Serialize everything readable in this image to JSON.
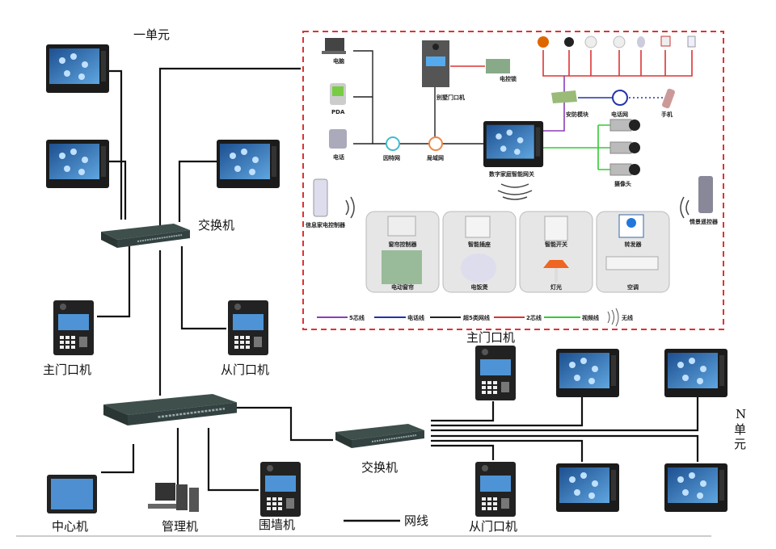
{
  "labels": {
    "unit1": "一单元",
    "unitN": [
      "N",
      "单",
      "元"
    ],
    "switch_top": "交换机",
    "switch_mid": "交换机",
    "main_door_left": "主门口机",
    "sub_door_left": "从门口机",
    "main_door_right": "主门口机",
    "sub_door_right": "从门口机",
    "center": "中心机",
    "manager": "管理机",
    "wall": "围墙机",
    "netline": "网线"
  },
  "home": {
    "computer": "电脑",
    "pda": "PDA",
    "phone": "电话",
    "internet": "因特网",
    "lan": "局域网",
    "villa_door": "别墅门口机",
    "lock": "电控锁",
    "security": "安防模块",
    "phone_net": "电话网",
    "mobile": "手机",
    "gateway": "数字家庭智能网关",
    "camera": "摄像头",
    "appliance_ctrl": "信息家电控制器",
    "scene_remote": "情景遥控器",
    "panels": [
      {
        "top": "窗帘控制器",
        "bottom": "电动窗帘"
      },
      {
        "top": "智能插座",
        "bottom": "电饭煲"
      },
      {
        "top": "智能开关",
        "bottom": "灯光"
      },
      {
        "top": "转发器",
        "bottom": "空调"
      }
    ],
    "legend": [
      {
        "label": "5芯线",
        "color": "#8a3fb5"
      },
      {
        "label": "电话线",
        "color": "#2233aa"
      },
      {
        "label": "超5类网线",
        "color": "#222222"
      },
      {
        "label": "2芯线",
        "color": "#d33333"
      },
      {
        "label": "视频线",
        "color": "#33cc33"
      },
      {
        "label": "无线",
        "color": "#555555"
      }
    ]
  },
  "colors": {
    "frame": "#d33333",
    "screen": "#3b7fc4"
  }
}
